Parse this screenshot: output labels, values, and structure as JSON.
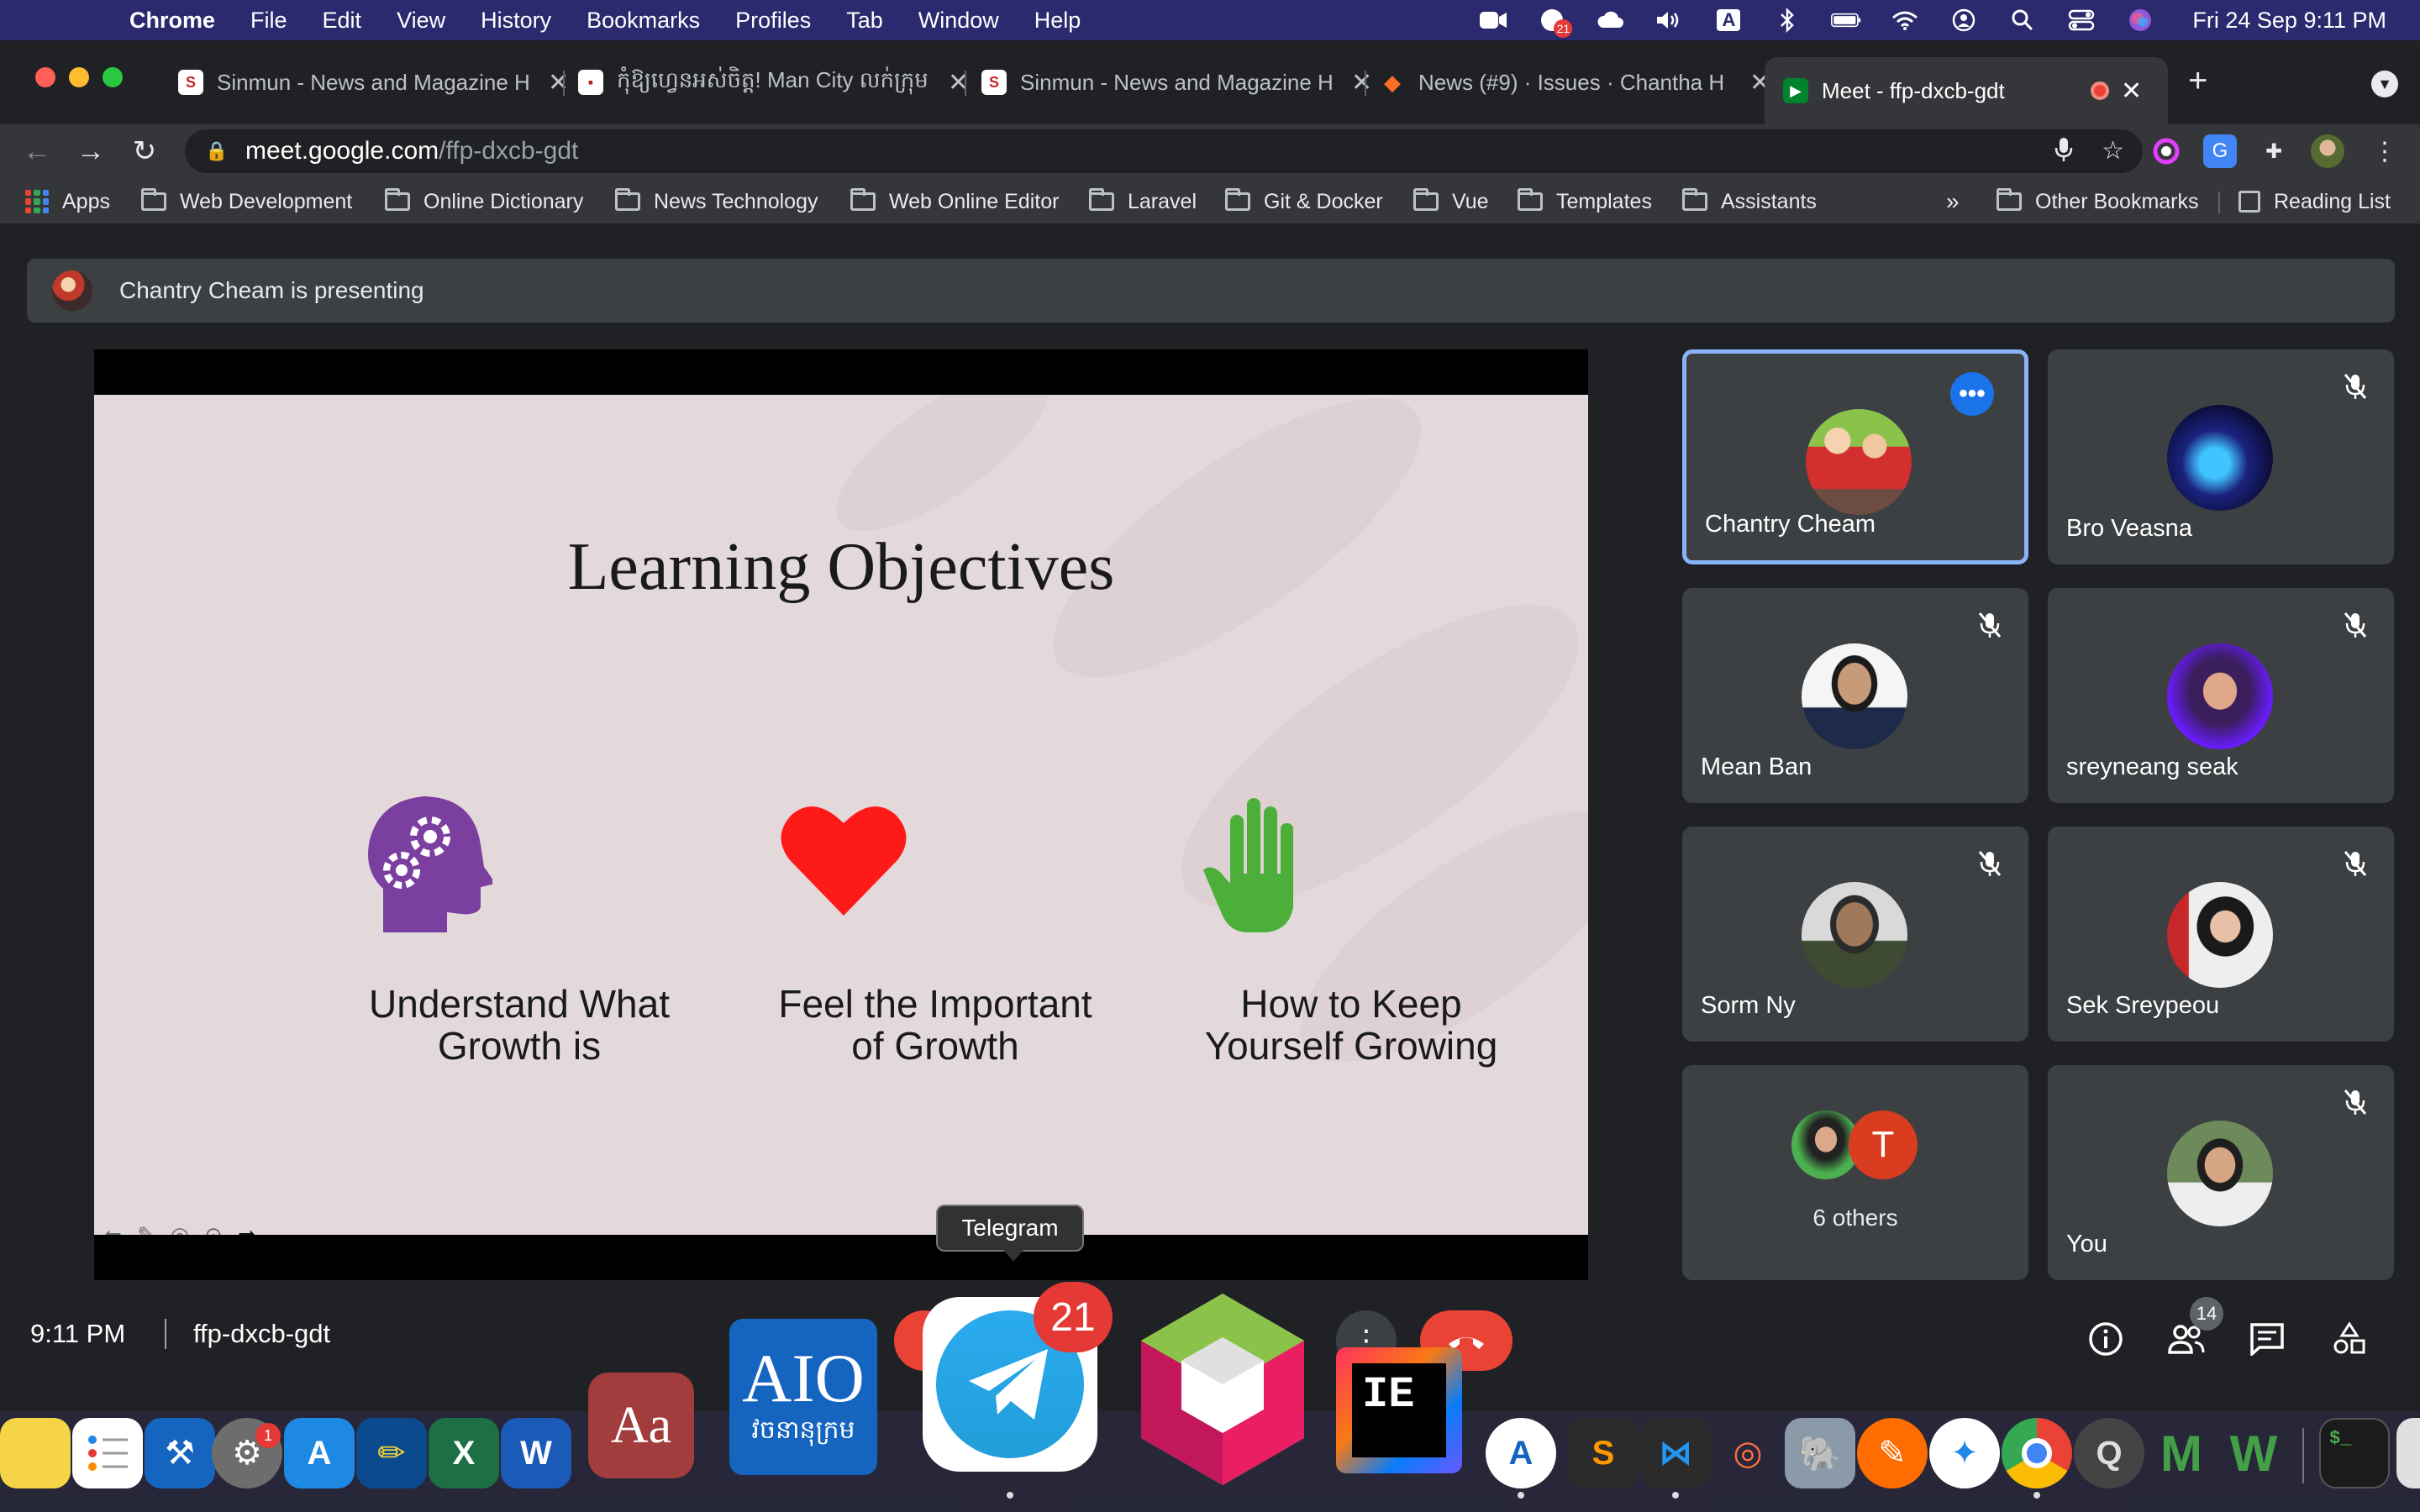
{
  "menubar": {
    "app_name": "Chrome",
    "items": [
      "File",
      "Edit",
      "View",
      "History",
      "Bookmarks",
      "Profiles",
      "Tab",
      "Window",
      "Help"
    ],
    "notification_count": "21",
    "keyboard_input": "A",
    "datetime": "Fri 24 Sep  9:11 PM"
  },
  "tabs": [
    {
      "title": "Sinmun - News and Magazine H",
      "favicon_text": "S",
      "favicon_color": "#c62828"
    },
    {
      "title": "កុំឱ្យហ្វេនអស់ចិត្ត! Man City លក់ក្រុម",
      "favicon_text": "▪",
      "favicon_color": "#b71c1c"
    },
    {
      "title": "Sinmun - News and Magazine H",
      "favicon_text": "S",
      "favicon_color": "#c62828"
    },
    {
      "title": "News (#9) · Issues · Chantha H",
      "favicon_text": "◆",
      "favicon_color": "#fc6d26"
    },
    {
      "title": "Meet - ffp-dxcb-gdt",
      "favicon_text": "▶",
      "favicon_color": "#00832d"
    }
  ],
  "address": {
    "host": "meet.google.com",
    "path": "/ffp-dxcb-gdt"
  },
  "bookmarks": {
    "apps_label": "Apps",
    "folders": [
      "Web Development",
      "Online Dictionary",
      "News Technology",
      "Web Online Editor",
      "Laravel",
      "Git & Docker",
      "Vue",
      "Templates",
      "Assistants"
    ],
    "overflow": "»",
    "other_label": "Other Bookmarks",
    "reading_list_label": "Reading List"
  },
  "meet": {
    "presenting_text": "Chantry Cheam is presenting",
    "slide": {
      "title": "Learning Objectives",
      "objectives": [
        {
          "line1": "Understand What",
          "line2": "Growth is",
          "icon": "head-gears-icon",
          "color": "#7b3fa0"
        },
        {
          "line1": "Feel the Important",
          "line2": "of Growth",
          "icon": "heart-icon",
          "color": "#ff1a1a"
        },
        {
          "line1": "How to Keep",
          "line2": "Yourself Growing",
          "icon": "hand-icon",
          "color": "#4caf3a"
        }
      ]
    },
    "participants": [
      {
        "name": "Chantry Cheam",
        "muted": false,
        "active": true
      },
      {
        "name": "Bro Veasna",
        "muted": true
      },
      {
        "name": "Mean Ban",
        "muted": true
      },
      {
        "name": "sreyneang seak",
        "muted": true
      },
      {
        "name": "Sorm Ny",
        "muted": true
      },
      {
        "name": "Sek Sreypeou",
        "muted": true
      },
      {
        "name": "6 others",
        "avatar_letter": "T",
        "avatar_color": "#d93c1e"
      },
      {
        "name": "You",
        "muted": true
      }
    ],
    "time": "9:11 PM",
    "meeting_code": "ffp-dxcb-gdt",
    "people_count": "14"
  },
  "dock": {
    "tooltip": "Telegram",
    "telegram_badge": "21",
    "settings_badge": "1",
    "dictionary_label": "Aa",
    "aio_label": "AIO",
    "aio_sub": "វចនានុក្រម",
    "intellij_label": "IE",
    "word_label": "W",
    "excel_label": "X"
  },
  "colors": {
    "meet_bg": "#202124",
    "tile_bg": "#3c4043",
    "active_border": "#8ab4f8",
    "hangup_red": "#ea4335",
    "slide_bg": "#e3d9db"
  }
}
